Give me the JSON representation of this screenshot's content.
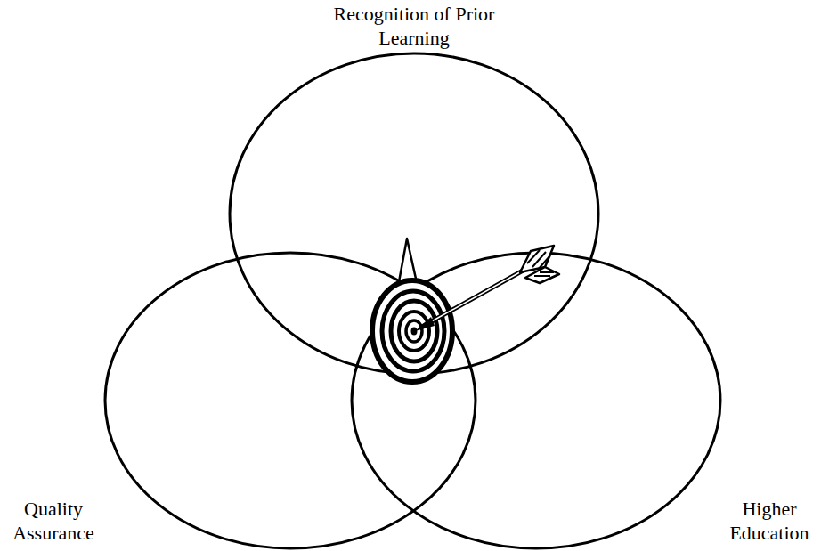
{
  "diagram": {
    "nodes": [
      {
        "text": [
          "Recognition of Prior Learning"
        ]
      },
      {
        "text": [
          "Quality Assurance"
        ]
      },
      {
        "text": [
          "Higher Education"
        ]
      }
    ]
  }
}
